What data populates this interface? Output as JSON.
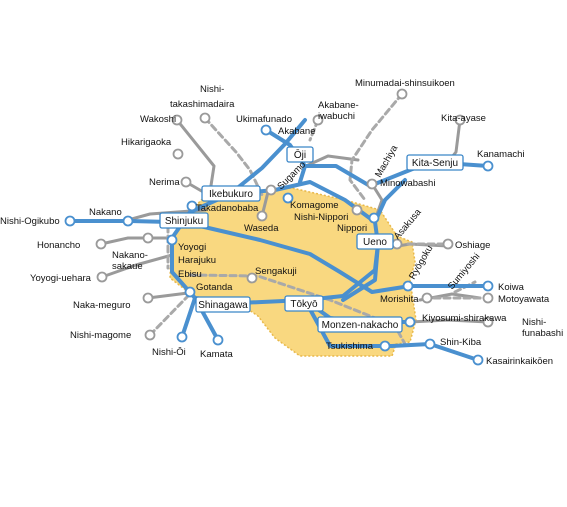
{
  "colors": {
    "main": "#4a90cf",
    "gray": "#9a9a9a",
    "dashed": "#a9a9a9",
    "zone": "#f9d880",
    "zone_border": "#e8b84a",
    "hub_border": "#3a86c8"
  },
  "hubs": {
    "ikebukuro": "Ikebukuro",
    "shinjuku": "Shinjuku",
    "oji": "Ōji",
    "kita_senju": "Kita-Senju",
    "ueno": "Ueno",
    "shinagawa": "Shinagawa",
    "tokyo": "Tōkyō",
    "monzen_nakacho": "Monzen-nakacho"
  },
  "stations": {
    "minumadai": "Minumadai-shinsuikoen",
    "nishi_takashimadaira": "Nishi-\ntakashimadaira",
    "wakoshi": "Wakoshi",
    "ukimafunado": "Ukimafunado",
    "akabane_iwabuchi": "Akabane-\niwabuchi",
    "akabane": "Akabane",
    "kita_ayase": "Kita-ayase",
    "hikarigaoka": "Hikarigaoka",
    "machiya": "Machiya",
    "kanamachi": "Kanamachi",
    "nerima": "Nerima",
    "sugamo": "Sugamo",
    "minowabashi": "Minowabashi",
    "takadanobaba": "Takadanobaba",
    "komagome": "Komagome",
    "nishi_nippori": "Nishi-Nippori",
    "nippori": "Nippori",
    "nishi_ogikubo": "Nishi-Ogikubo",
    "nakano": "Nakano",
    "waseda": "Waseda",
    "asakusa": "Asakusa",
    "honancho": "Honancho",
    "nakano_sakaue": "Nakano-\nsakaue",
    "yoyogi": "Yoyogi",
    "harajuku": "Harajuku",
    "oshiage": "Oshiage",
    "yoyogi_uehara": "Yoyogi-uehara",
    "ebisu": "Ebisu",
    "ryogoku": "Ryōgoku",
    "sumiyoshi": "Sumiyoshi",
    "gotanda": "Gotanda",
    "sengakuji": "Sengakuji",
    "koiwa": "Koiwa",
    "naka_meguro": "Naka-meguro",
    "morishita": "Morishita",
    "motoyawata": "Motoyawata",
    "kiyosumi_shirakawa": "Kiyosumi-shirakawa",
    "nishi_funabashi": "Nishi-\nfunabashi",
    "nishi_magome": "Nishi-magome",
    "nishi_oi": "Nishi-Ōi",
    "kamata": "Kamata",
    "tsukishima": "Tsukishima",
    "shin_kiba": "Shin-Kiba",
    "kasairinkaikoen": "Kasairinkaikōen"
  }
}
